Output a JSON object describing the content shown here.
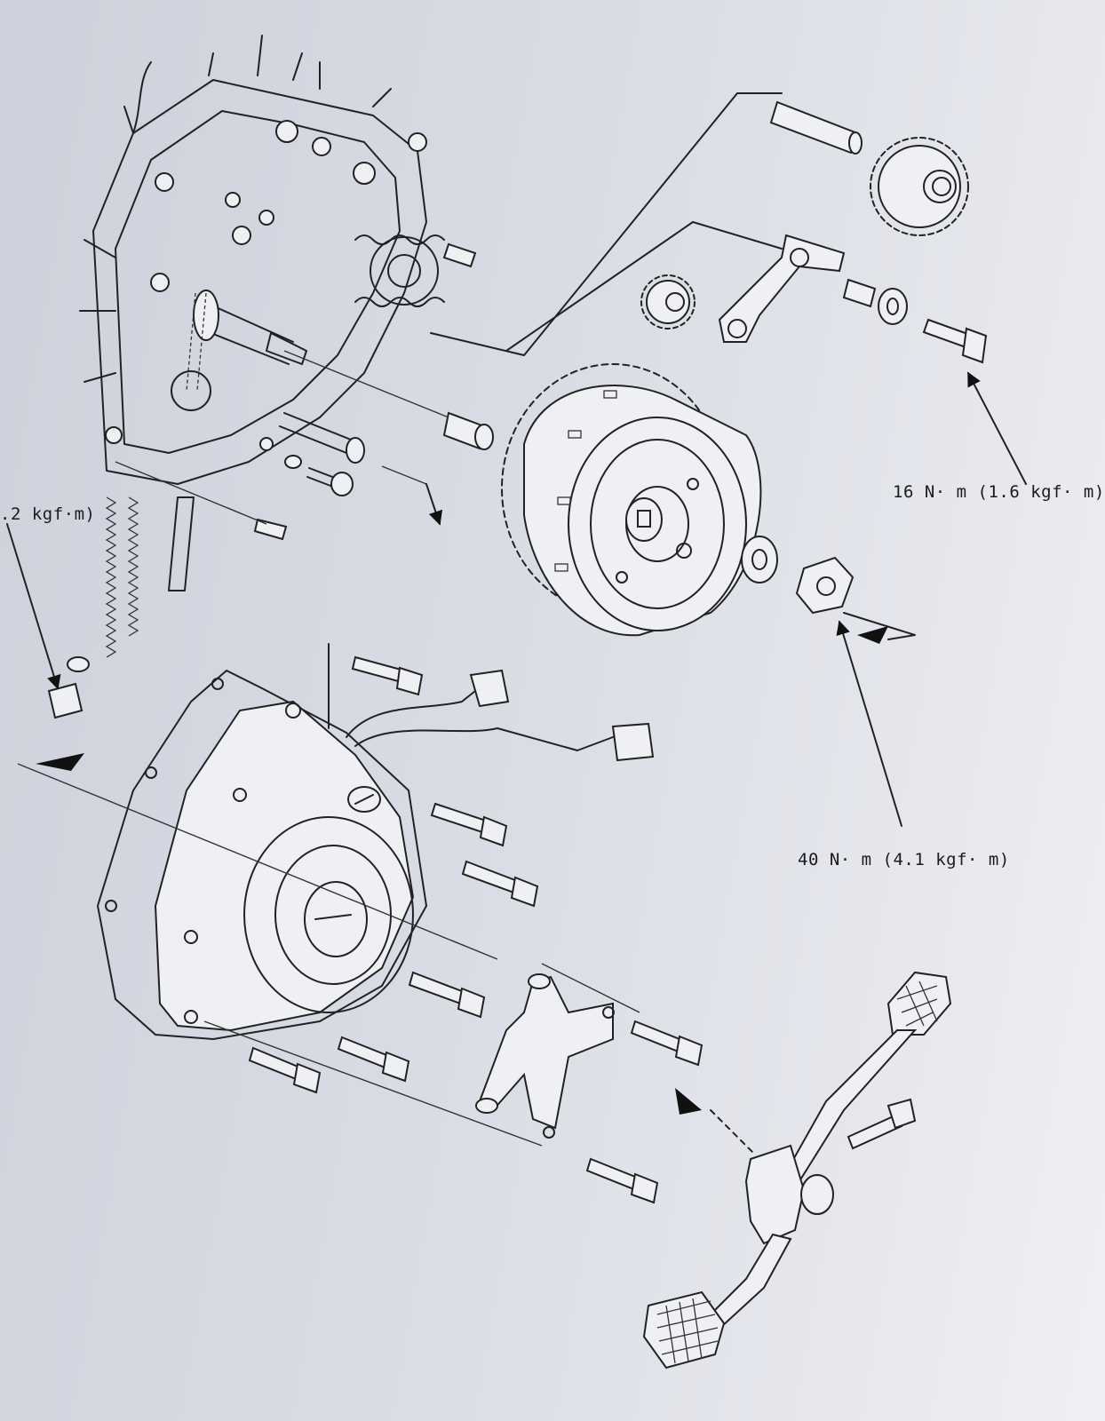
{
  "torque_labels": {
    "top_right": "16 N· m (1.6 kgf· m)",
    "middle_right": "40 N· m (4.1 kgf· m)",
    "left_partial": ".2 kgf·m)"
  },
  "colors": {
    "paper": "#d9dce4",
    "ink": "#222222"
  }
}
